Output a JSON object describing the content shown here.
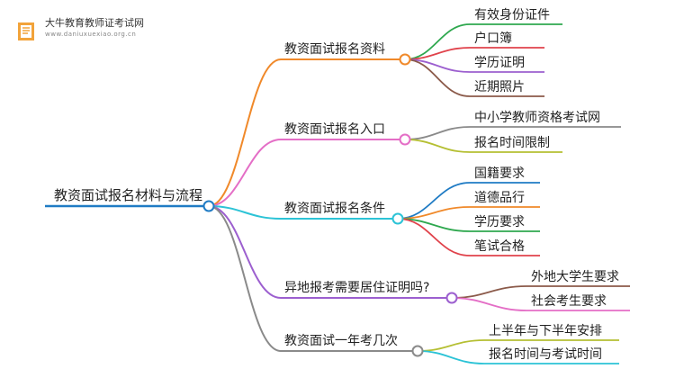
{
  "logo": {
    "name": "大牛教育教师证考试网",
    "url": "www.daniuxuexiao.org.cn"
  },
  "root": {
    "label": "教资面试报名材料与流程"
  },
  "branches": [
    {
      "label": "教资面试报名资料",
      "color": "#f0892a",
      "leaves": [
        {
          "label": "有效身份证件",
          "color": "#2fa84f"
        },
        {
          "label": "户口簿",
          "color": "#e0424b"
        },
        {
          "label": "学历证明",
          "color": "#9c5fcf"
        },
        {
          "label": "近期照片",
          "color": "#8b5a4a"
        }
      ]
    },
    {
      "label": "教资面试报名入口",
      "color": "#e46ec6",
      "leaves": [
        {
          "label": "中小学教师资格考试网",
          "color": "#8a8a8a"
        },
        {
          "label": "报名时间限制",
          "color": "#b5bf33"
        }
      ]
    },
    {
      "label": "教资面试报名条件",
      "color": "#2cc3d6",
      "leaves": [
        {
          "label": "国籍要求",
          "color": "#1f7bc4"
        },
        {
          "label": "道德品行",
          "color": "#f0892a"
        },
        {
          "label": "学历要求",
          "color": "#2fa84f"
        },
        {
          "label": "笔试合格",
          "color": "#e0424b"
        }
      ]
    },
    {
      "label": "异地报考需要居住证明吗?",
      "color": "#9c5fcf",
      "leaves": [
        {
          "label": "外地大学生要求",
          "color": "#8b5a4a"
        },
        {
          "label": "社会考生要求",
          "color": "#e46ec6"
        }
      ]
    },
    {
      "label": "教资面试一年考几次",
      "color": "#8a8a8a",
      "leaves": [
        {
          "label": "上半年与下半年安排",
          "color": "#b5bf33"
        },
        {
          "label": "报名时间与考试时间",
          "color": "#2cc3d6"
        }
      ]
    }
  ]
}
